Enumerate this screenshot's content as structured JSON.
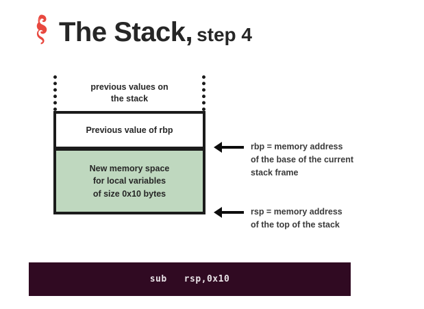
{
  "slide": {
    "title_main": "The Stack,",
    "title_sub": "step 4",
    "logo_icon": "seahorse-icon",
    "logo_color": "#e8483f",
    "background": "#ffffff"
  },
  "stack": {
    "dotted_region": {
      "label": "previous values on\nthe stack",
      "line1": "previous values on",
      "line2": "the stack",
      "border_style": "dotted",
      "border_color": "#1b1b1b"
    },
    "boxes": [
      {
        "name": "previous-rbp",
        "label": "Previous value of rbp",
        "fill": "#ffffff",
        "border_color": "#1b1b1b"
      },
      {
        "name": "new-local-space",
        "line1": "New memory space",
        "line2": "for local variables",
        "line3": "of size 0x10 bytes",
        "fill": "#bfd8bf",
        "border_color": "#1b1b1b"
      }
    ]
  },
  "annotations": [
    {
      "name": "rbp-annotation",
      "arrow": "arrow-left-icon",
      "line1": "rbp = memory address",
      "line2": "of the base of the current",
      "line3": "stack frame"
    },
    {
      "name": "rsp-annotation",
      "arrow": "arrow-left-icon",
      "line1": "rsp = memory address",
      "line2": "of the top of the stack",
      "line3": ""
    }
  ],
  "code_bar": {
    "text": "sub   rsp,0x10",
    "background": "#300a22",
    "text_color": "#e8e2e6"
  }
}
